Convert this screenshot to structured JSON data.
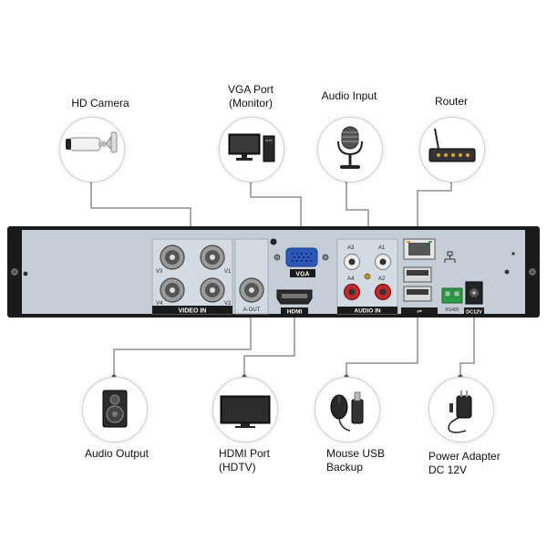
{
  "devices_top": [
    {
      "id": "hd-camera",
      "label_lines": [
        "HD Camera"
      ],
      "icon": "camera-icon"
    },
    {
      "id": "vga-port",
      "label_lines": [
        "VGA Port",
        "(Monitor)"
      ],
      "icon": "monitor-icon"
    },
    {
      "id": "audio-input",
      "label_lines": [
        "Audio Input"
      ],
      "icon": "microphone-icon"
    },
    {
      "id": "router",
      "label_lines": [
        "Router"
      ],
      "icon": "router-icon"
    }
  ],
  "devices_bottom": [
    {
      "id": "audio-output",
      "label_lines": [
        "Audio Output"
      ],
      "icon": "speaker-icon"
    },
    {
      "id": "hdmi-port",
      "label_lines": [
        "HDMI Port",
        "(HDTV)"
      ],
      "icon": "tv-icon"
    },
    {
      "id": "mouse-usb",
      "label_lines": [
        "Mouse USB",
        "Backup"
      ],
      "icon": "mouse-usb-icon"
    },
    {
      "id": "power-adapter",
      "label_lines": [
        "Power Adapter",
        "DC 12V"
      ],
      "icon": "power-adapter-icon"
    }
  ],
  "panel": {
    "video_in_label": "VIDEO IN",
    "video_channels": [
      "V3",
      "V1",
      "V4",
      "V2"
    ],
    "aout_label": "A-OUT",
    "vga_label": "VGA",
    "hdmi_label": "HDMI",
    "audio_in_label": "AUDIO IN",
    "audio_channels": [
      "A3",
      "A1",
      "A4",
      "A2"
    ],
    "usb_symbol": "⇌",
    "dc_label": "DC12V",
    "alarm_label": "RS485"
  },
  "colors": {
    "panel_fill": "#c5ced6",
    "panel_frame": "#1b1b1b",
    "connector_line": "#8f8f8f",
    "vga_blue": "#2f57b8",
    "audio_red": "#c0282b",
    "terminal_green": "#2e9b45"
  }
}
